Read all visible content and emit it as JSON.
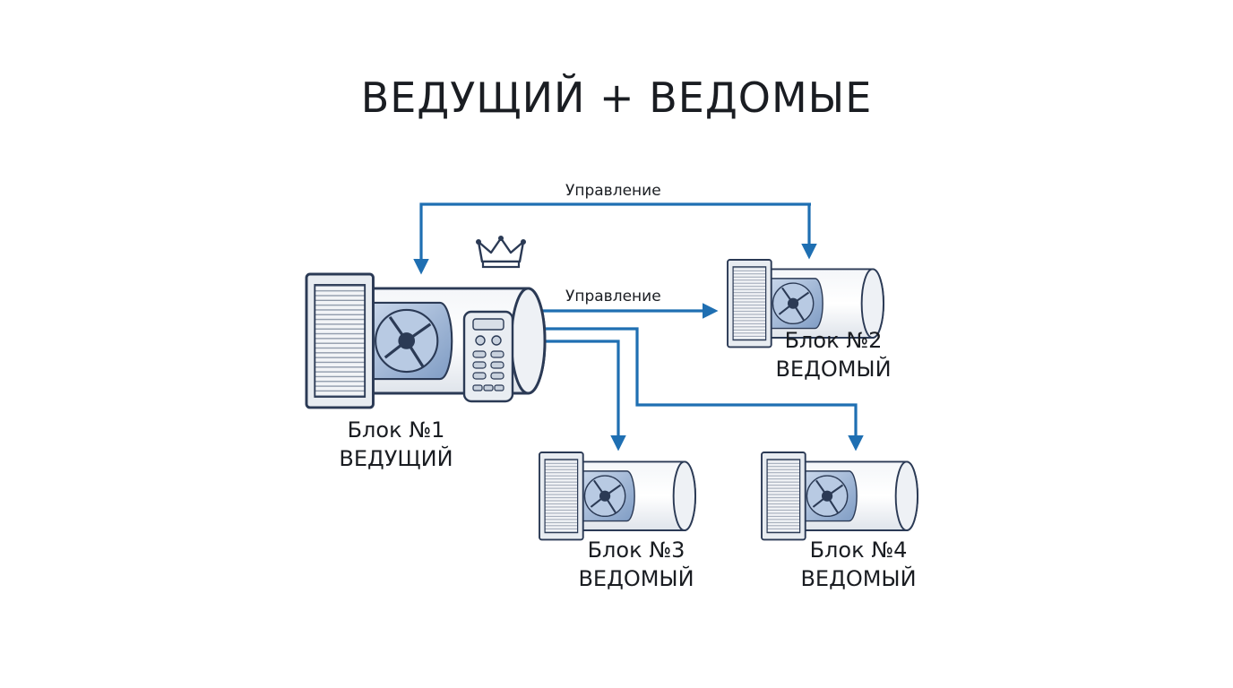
{
  "title": "ВЕДУЩИЙ + ВЕДОМЫЕ",
  "connections": {
    "top_label": "Управление",
    "middle_label": "Управление"
  },
  "units": [
    {
      "line1": "Блок №1",
      "line2": "ВЕДУЩИЙ",
      "role": "master"
    },
    {
      "line1": "Блок №2",
      "line2": "ВЕДОМЫЙ",
      "role": "slave"
    },
    {
      "line1": "Блок №3",
      "line2": "ВЕДОМЫЙ",
      "role": "slave"
    },
    {
      "line1": "Блок №4",
      "line2": "ВЕДОМЫЙ",
      "role": "slave"
    }
  ],
  "icons": [
    "crown-icon",
    "remote-control-icon"
  ],
  "colors": {
    "arrow": "#1f6fb2",
    "outline": "#2b3a55",
    "text": "#1a1d22",
    "fan_blue": "#9fb8d8"
  }
}
